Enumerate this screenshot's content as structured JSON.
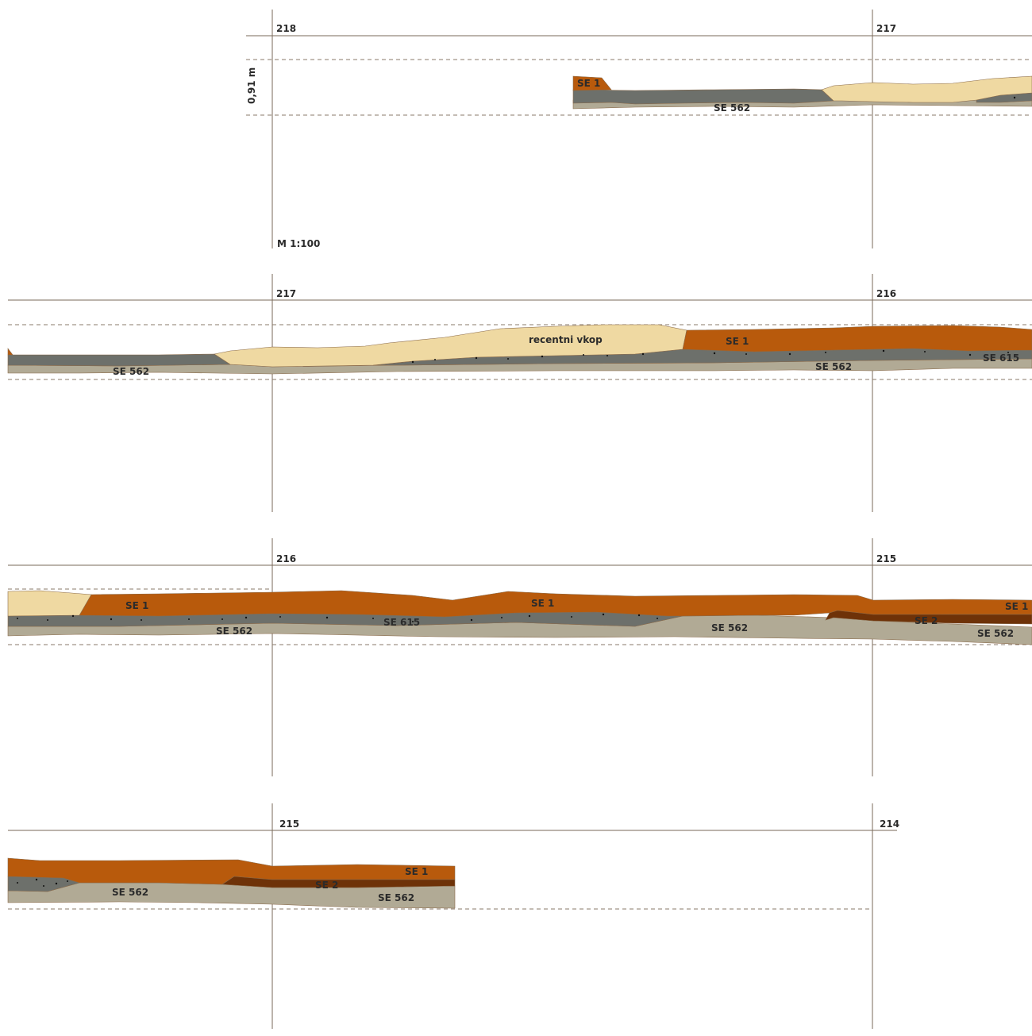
{
  "scale_label": "M 1:100",
  "height_label": "0,91 m",
  "stations": {
    "s218": "218",
    "s217": "217",
    "s216": "216",
    "s215": "215",
    "s214": "214"
  },
  "layers": {
    "se1": "SE 1",
    "se2": "SE 2",
    "se562": "SE 562",
    "se615": "SE 615",
    "recent": "recentni vkop"
  },
  "colors": {
    "se1": "#b85a0c",
    "se2": "#6e3208",
    "se562": "#b1aa95",
    "se615": "#6d706b",
    "recent": "#efd9a2",
    "grid": "#7a6a5a"
  }
}
